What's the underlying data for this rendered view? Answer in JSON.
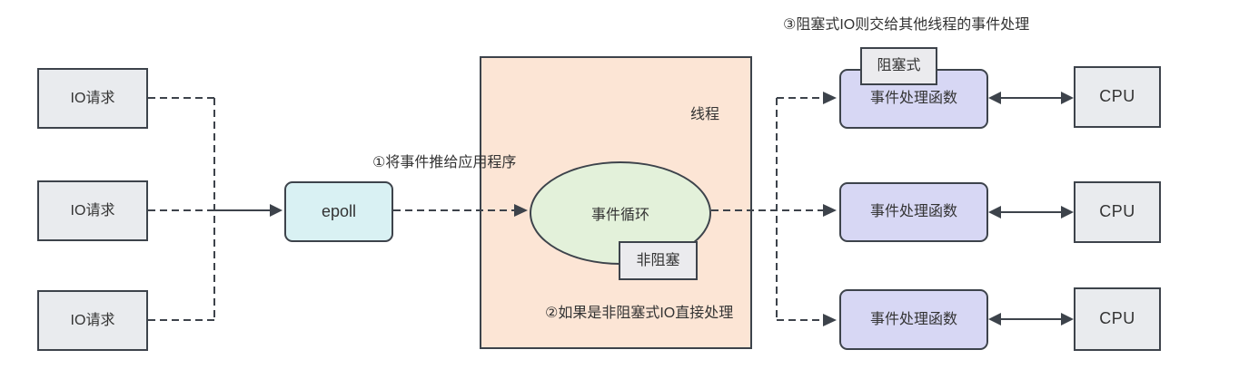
{
  "colors": {
    "stroke": "#3d434b",
    "text": "#333333",
    "gray_fill": "#e9ebee",
    "tag_fill": "#ebebee",
    "cyan_fill": "#d9f1f3",
    "peach_fill": "#fce5d5",
    "green_fill": "#e3f1da",
    "purple_fill": "#d7d7f4"
  },
  "nodes": {
    "io_requests": [
      {
        "label": "IO请求"
      },
      {
        "label": "IO请求"
      },
      {
        "label": "IO请求"
      }
    ],
    "epoll": {
      "label": "epoll"
    },
    "thread": {
      "label": "线程"
    },
    "event_loop": {
      "label": "事件循环"
    },
    "non_blocking_tag": {
      "label": "非阻塞"
    },
    "blocking_tag": {
      "label": "阻塞式"
    },
    "event_handlers": [
      {
        "label": "事件处理函数"
      },
      {
        "label": "事件处理函数"
      },
      {
        "label": "事件处理函数"
      }
    ],
    "cpus": [
      {
        "label": "CPU"
      },
      {
        "label": "CPU"
      },
      {
        "label": "CPU"
      }
    ]
  },
  "annotations": {
    "step1": "①将事件推给应用程序",
    "step2": "②如果是非阻塞式IO直接处理",
    "step3": "③阻塞式IO则交给其他线程的事件处理"
  }
}
